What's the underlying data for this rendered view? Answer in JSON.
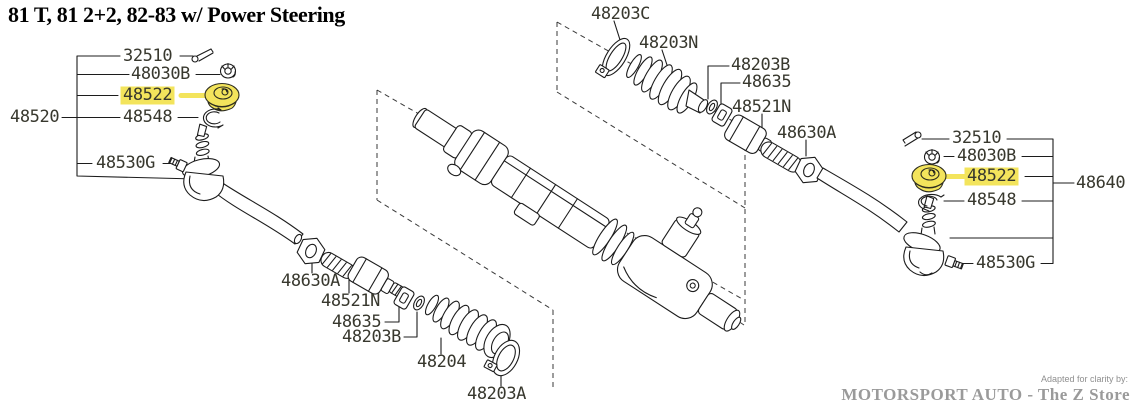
{
  "title": "81 T, 81 2+2, 82-83 w/ Power Steering",
  "watermark": {
    "adapted": "Adapted for clarity by:",
    "brand": "MOTORSPORT AUTO - The Z Store"
  },
  "colors": {
    "highlight_fill": "#F3E45C",
    "diagram_line": "#1c1c1c",
    "label_text": "#38382e",
    "watermark_gray": "#9a9a9a"
  },
  "left_assembly": {
    "group_label": "48520",
    "callouts": [
      "32510",
      "48030B",
      "48522",
      "48548",
      "48530G"
    ],
    "highlighted": "48522"
  },
  "right_assembly": {
    "group_label": "48640",
    "callouts": [
      "32510",
      "48030B",
      "48522",
      "48548",
      "48530G"
    ],
    "highlighted": "48522"
  },
  "lower_left_callouts": [
    "48630A",
    "48521N",
    "48635",
    "48203B",
    "48204",
    "48203A"
  ],
  "upper_right_callouts": [
    "48203C",
    "48203N",
    "48203B",
    "48635",
    "48521N",
    "48630A"
  ]
}
